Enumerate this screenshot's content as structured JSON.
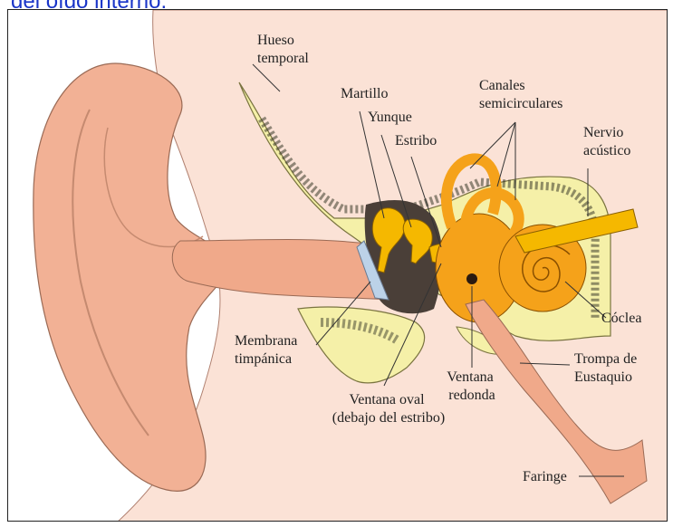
{
  "header": {
    "title": "del oído interno."
  },
  "diagram": {
    "labels": {
      "hueso_temporal": [
        "Hueso",
        "temporal"
      ],
      "martillo": "Martillo",
      "yunque": "Yunque",
      "estribo": "Estribo",
      "canales": [
        "Canales",
        "semicirculares"
      ],
      "nervio": [
        "Nervio",
        "acústico"
      ],
      "coclea": "Cóclea",
      "membrana": [
        "Membrana",
        "timpánica"
      ],
      "ventana_oval": [
        "Ventana oval",
        "(debajo del estribo)"
      ],
      "ventana_redonda": [
        "Ventana",
        "redonda"
      ],
      "trompa": [
        "Trompa de",
        "Eustaquio"
      ],
      "faringe": "Faringe"
    },
    "colors": {
      "skin": "#f2b195",
      "skin_light": "#f8d8c8",
      "bone": "#f5f0a8",
      "orange": "#f5a21a",
      "dark": "#4a3f38",
      "membrane": "#bcd2e8"
    }
  }
}
